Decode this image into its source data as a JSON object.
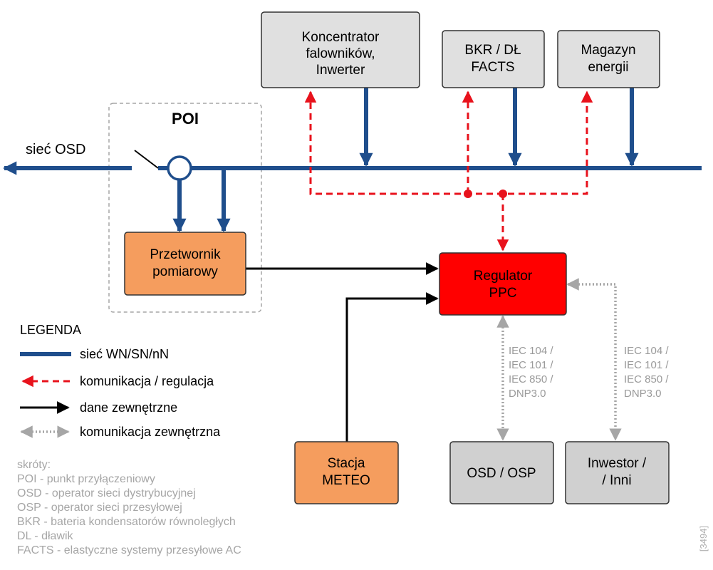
{
  "diagram": {
    "grid_label": "sieć OSD",
    "poi_label": "POI",
    "boxes": {
      "koncentrator": [
        "Koncentrator",
        "falowników,",
        "Inwerter"
      ],
      "bkr": [
        "BKR / DŁ",
        "FACTS"
      ],
      "magazyn": [
        "Magazyn",
        "energii"
      ],
      "przetwornik": [
        "Przetwornik",
        "pomiarowy"
      ],
      "regulator": [
        "Regulator",
        "PPC"
      ],
      "meteo": [
        "Stacja",
        "METEO"
      ],
      "osd": [
        "OSD / OSP"
      ],
      "inwestor": [
        "Inwestor /",
        "/ Inni"
      ]
    },
    "protocols_left": [
      "IEC 104 /",
      "IEC 101 /",
      "IEC 850 /",
      "DNP3.0"
    ],
    "protocols_right": [
      "IEC 104 /",
      "IEC 101 /",
      "IEC 850 /",
      "DNP3.0"
    ],
    "colors": {
      "grid_line": "#1f4e8c",
      "control_line": "#e8121c",
      "data_line": "#000000",
      "external_line": "#a6a6a6",
      "box_gray": "#e0e0e0",
      "box_orange": "#f59d5e",
      "box_red": "#ff0000"
    }
  },
  "legend": {
    "title": "LEGENDA",
    "items": [
      {
        "icon": "blue-solid-line",
        "label": "sieć WN/SN/nN"
      },
      {
        "icon": "red-dashed-arrow",
        "label": "komunikacja / regulacja"
      },
      {
        "icon": "black-arrow",
        "label": "dane zewnętrzne"
      },
      {
        "icon": "gray-dotted-arrow",
        "label": "komunikacja zewnętrzna"
      }
    ]
  },
  "abbreviations": {
    "title": "skróty:",
    "items": [
      "POI - punkt przyłączeniowy",
      "OSD - operator sieci dystrybucyjnej",
      "OSP - operator sieci przesyłowej",
      "BKR - bateria kondensatorów równoległych",
      "DL - dławik",
      "FACTS - elastyczne systemy przesyłowe AC"
    ]
  },
  "figure_id": "[3494]"
}
